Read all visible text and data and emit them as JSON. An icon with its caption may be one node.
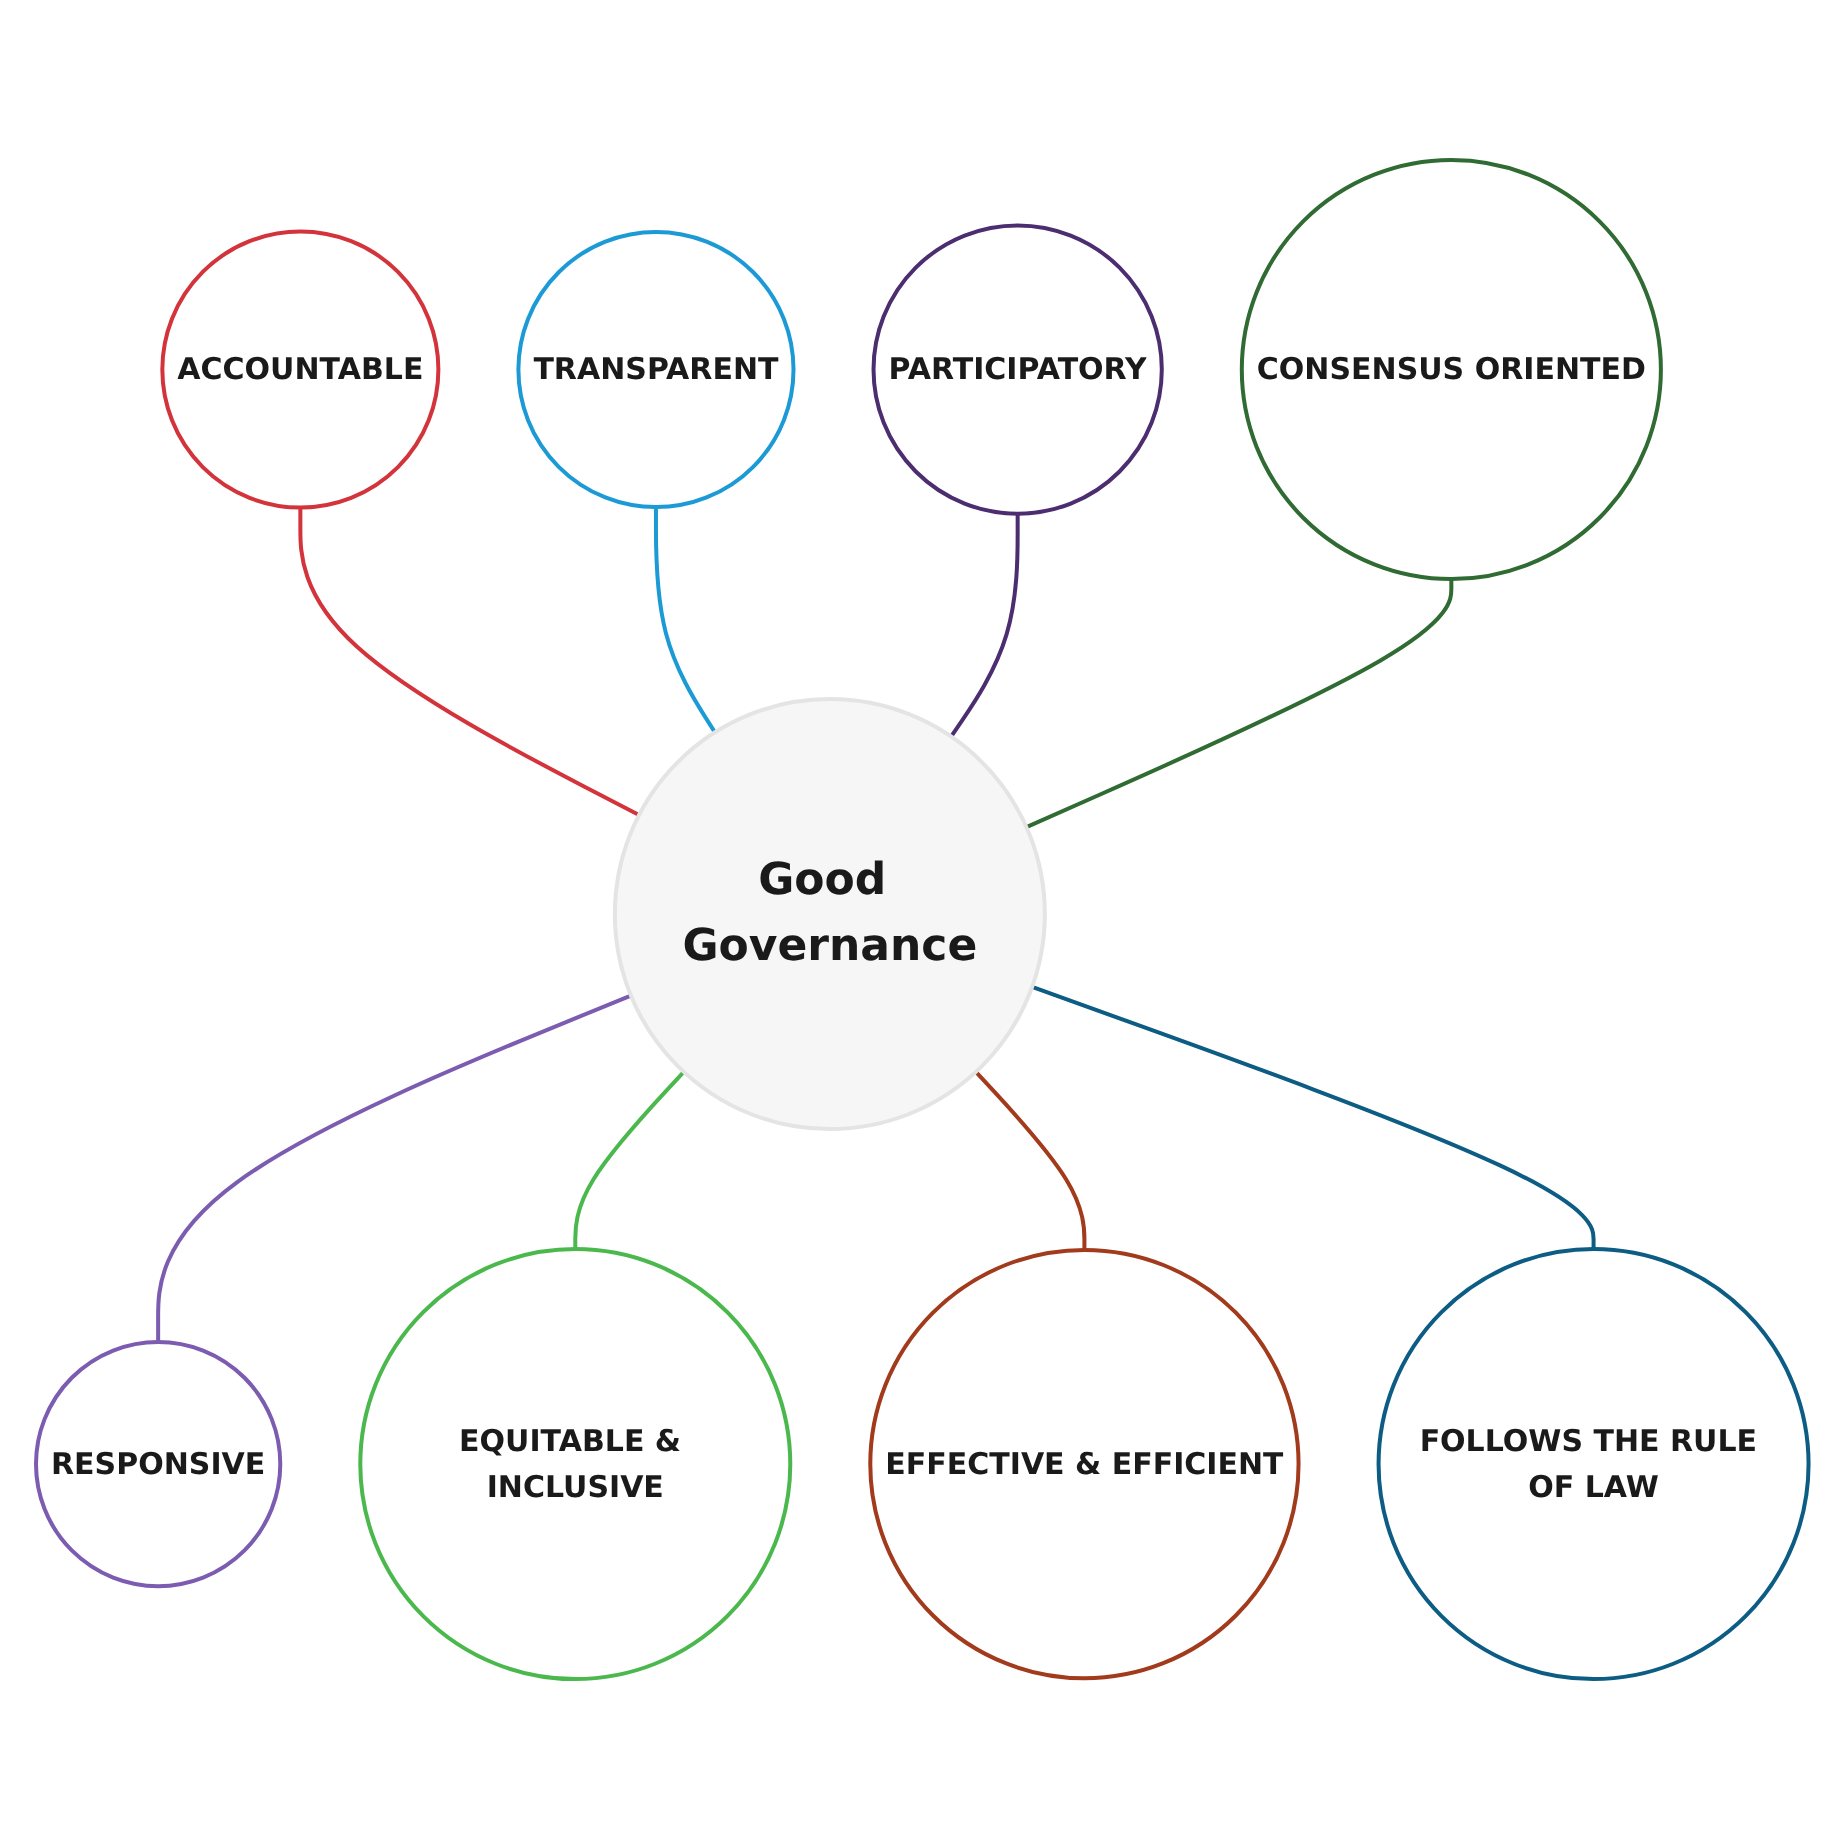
{
  "diagram": {
    "nodes": [
      {
        "text": [
          "Good Governance"
        ]
      },
      {
        "text": [
          "ACCOUNTABLE"
        ]
      },
      {
        "text": [
          "TRANSPARENT"
        ]
      },
      {
        "text": [
          "RESPONSIVE"
        ]
      },
      {
        "text": [
          "EQUITABLE & INCLUSIVE"
        ]
      },
      {
        "text": [
          "EFFECTIVE & EFFICIENT"
        ]
      },
      {
        "text": [
          "FOLLOWS THE RULE OF LAW"
        ]
      },
      {
        "text": [
          "PARTICIPATORY"
        ]
      },
      {
        "text": [
          "CONSENSUS ORIENTED"
        ]
      }
    ],
    "edges": [
      {
        "from": 1,
        "to": 0,
        "arrow": "none",
        "color": "#d3343b"
      },
      {
        "from": 2,
        "to": 0,
        "arrow": "none",
        "color": "#1b9ad6"
      },
      {
        "from": 0,
        "to": 3,
        "arrow": "none",
        "color": "#7b5cb0"
      },
      {
        "from": 0,
        "to": 4,
        "arrow": "none",
        "color": "#4bb84d"
      },
      {
        "from": 0,
        "to": 5,
        "arrow": "none",
        "color": "#a23a1c"
      },
      {
        "from": 0,
        "to": 6,
        "arrow": "none",
        "color": "#0d5c84"
      },
      {
        "from": 7,
        "to": 0,
        "arrow": "none",
        "color": "#4b2d70"
      },
      {
        "from": 8,
        "to": 0,
        "arrow": "none",
        "color": "#2f6b32"
      }
    ]
  }
}
